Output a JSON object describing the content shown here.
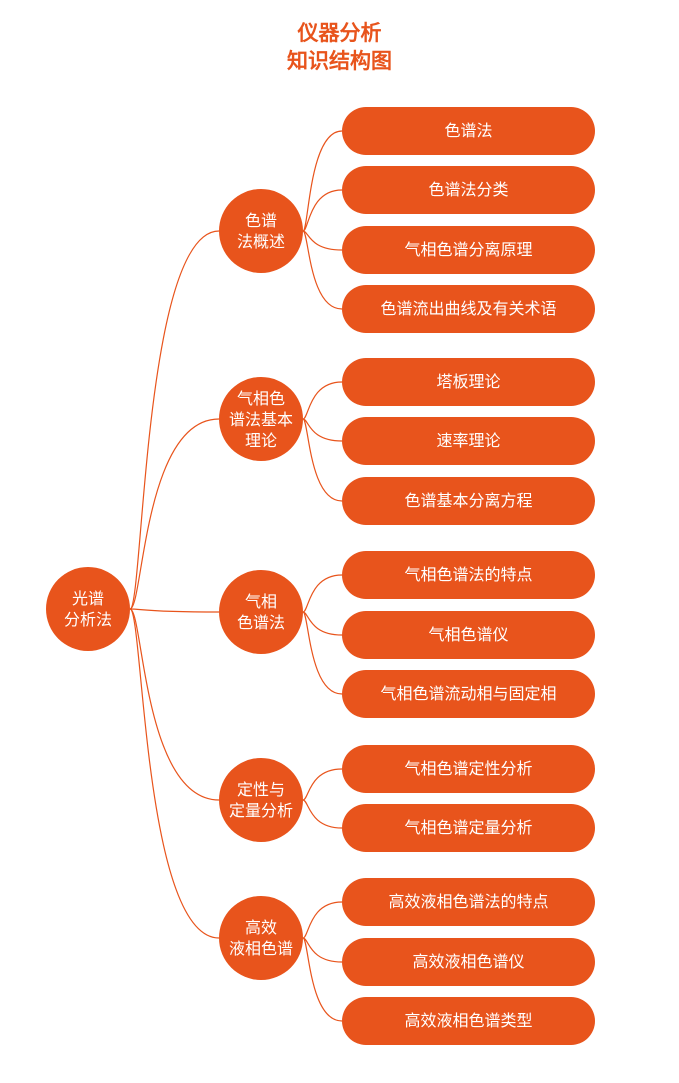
{
  "title": {
    "line1": "仪器分析",
    "line2": "知识结构图"
  },
  "colors": {
    "accent": "#e8541c",
    "connector": "#e8541c",
    "text_on_accent": "#ffffff"
  },
  "root": {
    "label": "光谱\n分析法"
  },
  "branches": [
    {
      "label": "色谱\n法概述",
      "leaves": [
        "色谱法",
        "色谱法分类",
        "气相色谱分离原理",
        "色谱流出曲线及有关术语"
      ]
    },
    {
      "label": "气相色\n谱法基本\n理论",
      "leaves": [
        "塔板理论",
        "速率理论",
        "色谱基本分离方程"
      ]
    },
    {
      "label": "气相\n色谱法",
      "leaves": [
        "气相色谱法的特点",
        "气相色谱仪",
        "气相色谱流动相与固定相"
      ]
    },
    {
      "label": "定性与\n定量分析",
      "leaves": [
        "气相色谱定性分析",
        "气相色谱定量分析"
      ]
    },
    {
      "label": "高效\n液相色谱",
      "leaves": [
        "高效液相色谱法的特点",
        "高效液相色谱仪",
        "高效液相色谱类型"
      ]
    }
  ]
}
